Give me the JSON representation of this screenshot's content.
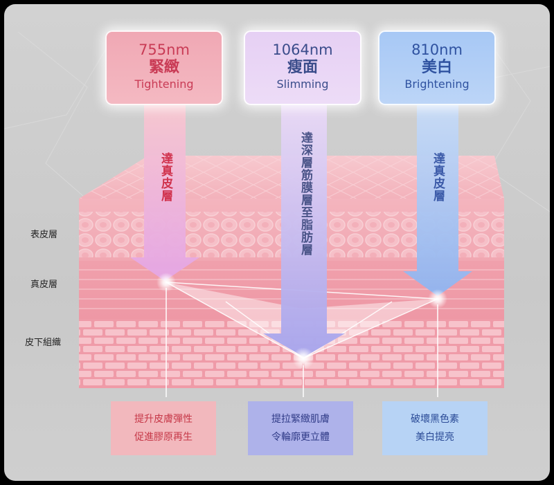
{
  "cards": [
    {
      "wavelength": "755nm",
      "title_zh": "緊緻",
      "title_en": "Tightening",
      "color": "#c93b55"
    },
    {
      "wavelength": "1064nm",
      "title_zh": "瘦面",
      "title_en": "Slimming",
      "color": "#3a4c8a"
    },
    {
      "wavelength": "810nm",
      "title_zh": "美白",
      "title_en": "Brightening",
      "color": "#2f52a0"
    }
  ],
  "arrow_text": {
    "red": "達真皮層",
    "purple": "達深層筋膜層至脂肪層",
    "blue": "達真皮層"
  },
  "layers": {
    "epidermis": "表皮層",
    "dermis": "真皮層",
    "subcutaneous": "皮下組織"
  },
  "benefits": [
    {
      "line1": "提升皮膚彈性",
      "line2": "促進膠原再生"
    },
    {
      "line1": "提拉緊緻肌膚",
      "line2": "令輪廓更立體"
    },
    {
      "line1": "破壞黑色素",
      "line2": "美白提亮"
    }
  ]
}
